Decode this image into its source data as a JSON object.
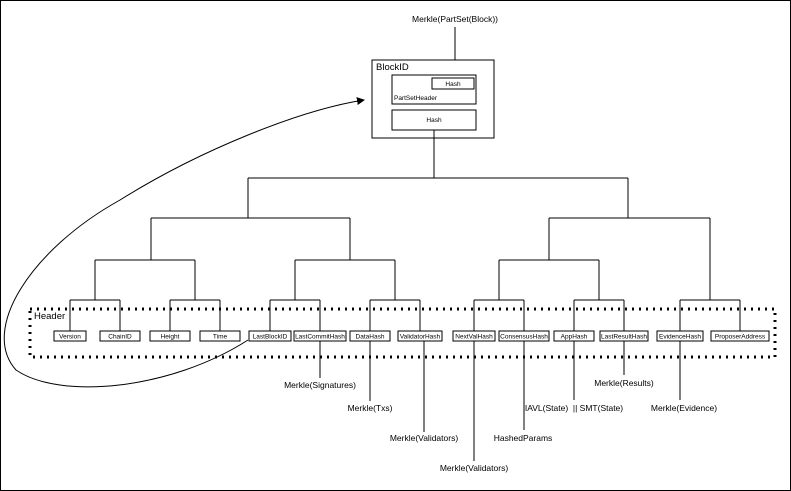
{
  "top_label": "Merkle(PartSet(Block))",
  "blockid": {
    "title": "BlockID",
    "partset_hash": "Hash",
    "partset_header": "PartSetHeader",
    "hash": "Hash"
  },
  "header": {
    "label": "Header",
    "fields": [
      {
        "key": "version",
        "label": "Version"
      },
      {
        "key": "chainid",
        "label": "ChainID"
      },
      {
        "key": "height",
        "label": "Height"
      },
      {
        "key": "time",
        "label": "Time"
      },
      {
        "key": "lastblockid",
        "label": "LastBlockID"
      },
      {
        "key": "lastcommithash",
        "label": "LastCommitHash"
      },
      {
        "key": "datahash",
        "label": "DataHash"
      },
      {
        "key": "validatorhash",
        "label": "ValidatorHash"
      },
      {
        "key": "nextvalhash",
        "label": "NextValHash"
      },
      {
        "key": "consensushash",
        "label": "ConsensusHash"
      },
      {
        "key": "apphash",
        "label": "AppHash"
      },
      {
        "key": "lastresulthash",
        "label": "LastResultHash"
      },
      {
        "key": "evidencehash",
        "label": "EvidenceHash"
      },
      {
        "key": "proposeraddress",
        "label": "ProposerAddress"
      }
    ]
  },
  "annotations": {
    "signatures": "Merkle(Signatures)",
    "txs": "Merkle(Txs)",
    "validators": "Merkle(Validators)",
    "next_validators": "Merkle(Validators)",
    "hashed_params": "HashedParams",
    "app_state": "IAVL(State)  || SMT(State)",
    "results": "Merkle(Results)",
    "evidence": "Merkle(Evidence)"
  }
}
